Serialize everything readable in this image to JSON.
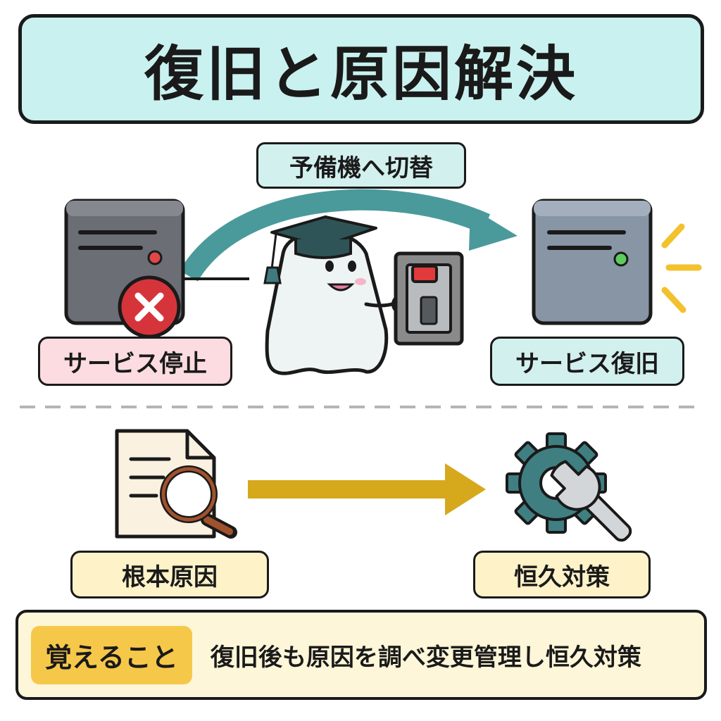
{
  "title": "復旧と原因解決",
  "labels": {
    "switch": "予備機へ切替",
    "service_stop": "サービス停止",
    "service_restore": "サービス復旧",
    "root_cause": "根本原因",
    "permanent_fix": "恒久対策"
  },
  "memo": {
    "tag": "覚えること",
    "text": "復旧後も原因を調べ変更管理し恒久対策"
  },
  "icons": {
    "failed_server": "server-icon",
    "error_mark": "x-circle-icon",
    "backup_server": "server-icon",
    "mascot": "ghost-graduate-icon",
    "switch": "switch-lever-icon",
    "document_search": "document-magnifier-icon",
    "gear_wrench": "gear-wrench-icon"
  },
  "colors": {
    "title_bg": "#c9f1ef",
    "teal_bg": "#d2f0ee",
    "pink_bg": "#fcdce0",
    "yellow_bg": "#fdf2c8",
    "memo_bg": "#fdf6d8",
    "memo_tag": "#f6c84a",
    "teal_arrow": "#4a9a9c",
    "gold_arrow": "#d6a81c",
    "error_red": "#d6343b",
    "ok_green": "#5ccc5c",
    "stopped_server": "#6b6e74",
    "active_server": "#8795a5"
  }
}
